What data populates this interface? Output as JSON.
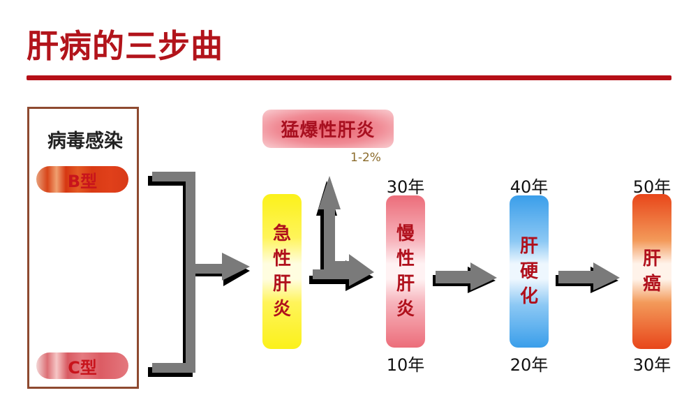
{
  "title": "肝病的三步曲",
  "colors": {
    "title": "#b2141b",
    "rule": "#b50f17",
    "arrow_fill": "#7a7a7a",
    "arrow_shadow": "#000000",
    "acute": "#fbf11a",
    "chronic": "#ec6d7a",
    "cirrhosis": "#3a9eea",
    "cancer": "#e8461a",
    "stage_text": "#b0101c"
  },
  "infection": {
    "label": "病毒感染",
    "types": [
      {
        "label": "B型"
      },
      {
        "label": "C型"
      }
    ]
  },
  "fulminant": {
    "label": "猛爆性肝炎",
    "rate": "1-2%"
  },
  "stages": [
    {
      "id": "acute",
      "chars": [
        "急",
        "性",
        "肝",
        "炎"
      ],
      "year_top": "",
      "year_bottom": ""
    },
    {
      "id": "chronic",
      "chars": [
        "慢",
        "性",
        "肝",
        "炎"
      ],
      "year_top": "30年",
      "year_bottom": "10年"
    },
    {
      "id": "cirrhosis",
      "chars": [
        "肝",
        "硬",
        "化"
      ],
      "year_top": "40年",
      "year_bottom": "20年"
    },
    {
      "id": "cancer",
      "chars": [
        "肝",
        "癌"
      ],
      "year_top": "50年",
      "year_bottom": "30年"
    }
  ]
}
